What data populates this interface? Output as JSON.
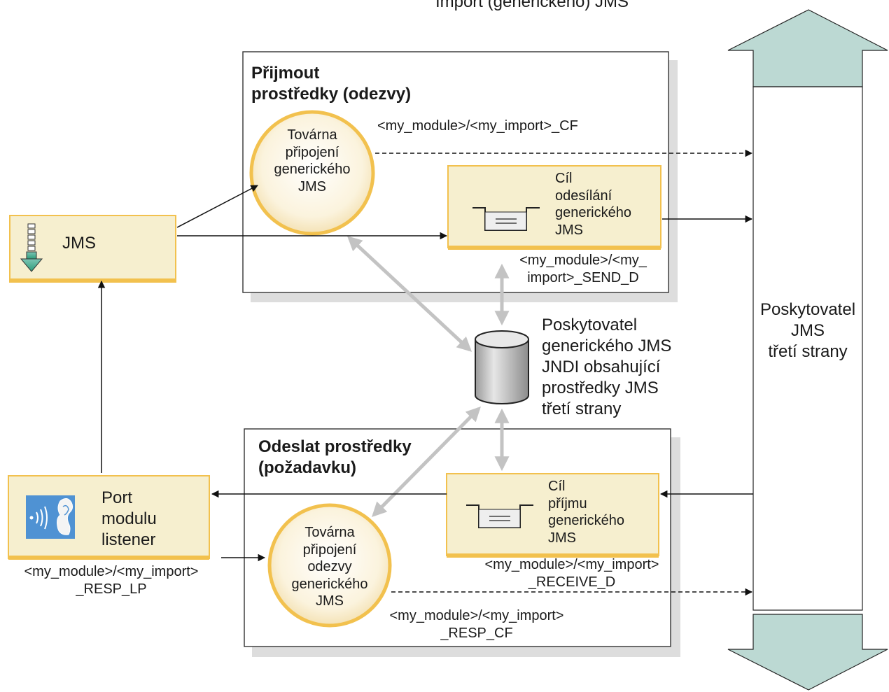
{
  "title": "Import (generického) JMS",
  "receive_group": {
    "heading_line1": "Přijmout",
    "heading_line2": "prostředky (odezvy)",
    "factory": [
      "Továrna",
      "připojení",
      "generického",
      "JMS"
    ],
    "factory_jndi": "<my_module>/<my_import>_CF",
    "send_dest": [
      "Cíl",
      "odesílání",
      "generického",
      "JMS"
    ],
    "send_dest_jndi": [
      "<my_module>/<my_",
      "import>_SEND_D"
    ]
  },
  "send_group": {
    "heading_line1": "Odeslat prostředky",
    "heading_line2": "(požadavku)",
    "receive_dest": [
      "Cíl",
      "příjmu",
      "generického",
      "JMS"
    ],
    "receive_dest_jndi": [
      "<my_module>/<my_import>",
      "_RECEIVE_D"
    ],
    "resp_factory": [
      "Továrna",
      "připojení",
      "odezvy",
      "generického",
      "JMS"
    ],
    "resp_factory_jndi": [
      "<my_module>/<my_import>",
      "_RESP_CF"
    ]
  },
  "jms_import": {
    "label": "JMS"
  },
  "listener_port": {
    "label": [
      "Port",
      "modulu",
      "listener"
    ],
    "jndi": [
      "<my_module>/<my_import>",
      "_RESP_LP"
    ]
  },
  "jndi_provider": [
    "Poskytovatel",
    "generického JMS",
    "JNDI obsahující",
    "prostředky JMS",
    "třetí strany"
  ],
  "third_party_provider": [
    "Poskytovatel",
    "JMS",
    "třetí strany"
  ],
  "colors": {
    "box_fill": "#f6efcf",
    "box_border": "#f2c14e",
    "bus_arrow": "#bcd9d3",
    "listener_icon_bg": "#4f92d3",
    "gray_arrow": "#c3c3c3",
    "shadow": "#dddddd"
  }
}
